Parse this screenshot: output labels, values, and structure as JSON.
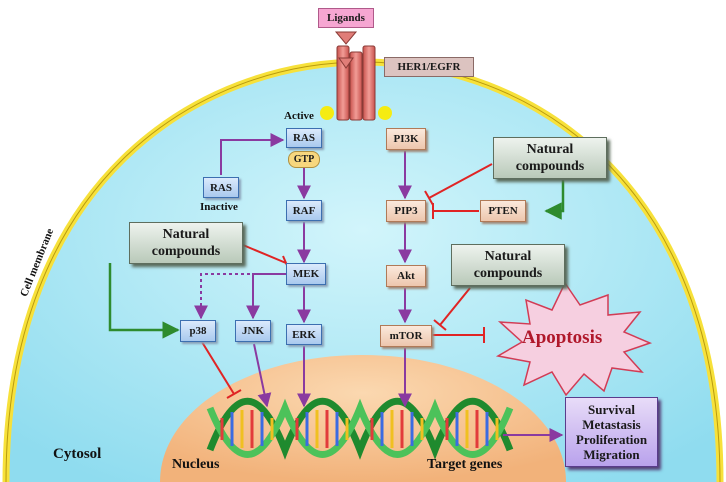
{
  "ligands": "Ligands",
  "receptor": "HER1/EGFR",
  "membrane_label": "Cell membrane",
  "cytosol_label": "Cytosol",
  "nucleus_label": "Nucleus",
  "target_genes_label": "Target genes",
  "active_label": "Active",
  "inactive_label": "Inactive",
  "gtp": "GTP",
  "nodes": {
    "ras_active": "RAS",
    "ras_inactive": "RAS",
    "raf": "RAF",
    "mek": "MEK",
    "erk": "ERK",
    "p38": "p38",
    "jnk": "JNK",
    "pi3k": "PI3K",
    "pip3": "PIP3",
    "pten": "PTEN",
    "akt": "Akt",
    "mtor": "mTOR"
  },
  "natural_compounds": {
    "top_right": "Natural\ncompounds",
    "left": "Natural\ncompounds",
    "middle_right": "Natural\ncompounds"
  },
  "apoptosis": "Apoptosis",
  "outcomes": "Survival\nMetastasis\nProliferation\nMigration",
  "colors": {
    "cytosol": "#aee9f7",
    "membrane": "#f7e13a",
    "nucleus": "#f7c48e",
    "receptor": "#e07d78",
    "activation_arrow": "#8a3aa0",
    "inhibition": "#e02424",
    "natural_arrow": "#2e8b2e",
    "apoptosis_fill": "#f6cfe0"
  }
}
